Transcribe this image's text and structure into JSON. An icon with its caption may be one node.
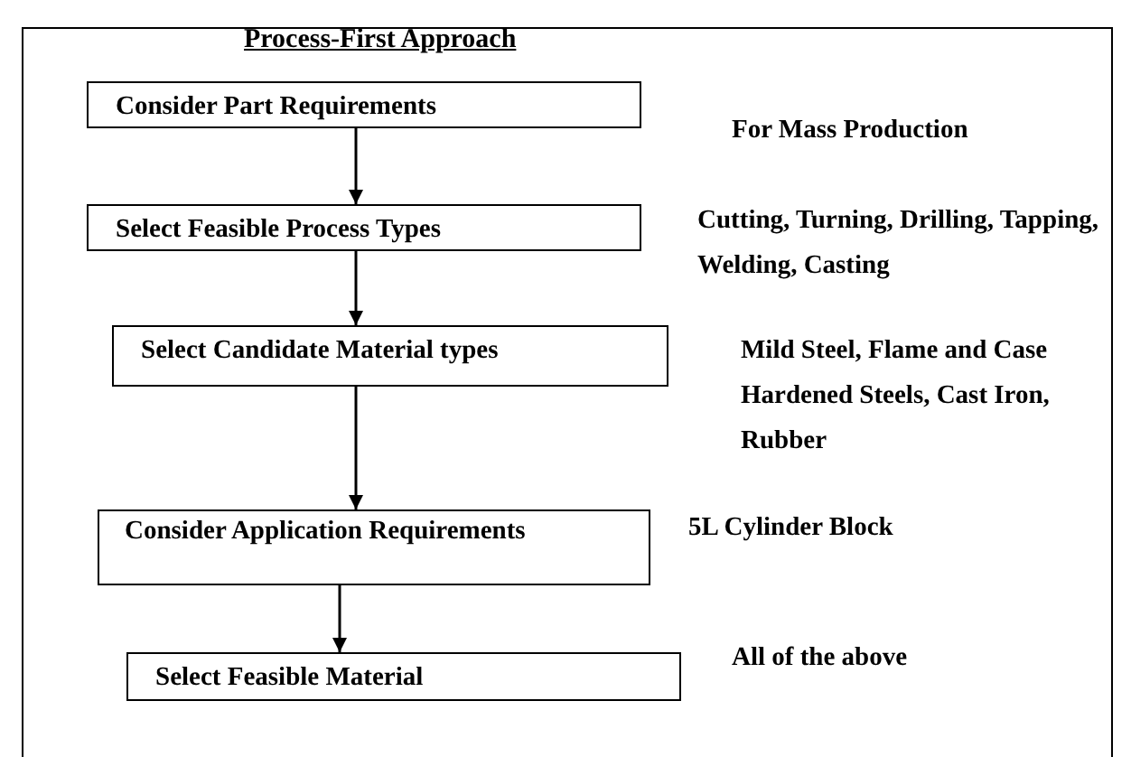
{
  "diagram": {
    "title": "Process-First Approach",
    "nodes": [
      {
        "text": [
          "Consider Part Requirements"
        ],
        "beside": [
          "For Mass Production"
        ]
      },
      {
        "text": [
          "Select Feasible Process Types"
        ],
        "beside": [
          "Cutting, Turning, Drilling, Tapping, Welding, Casting"
        ]
      },
      {
        "text": [
          "Select Candidate Material types"
        ],
        "beside": [
          "Mild Steel, Flame and Case Hardened Steels, Cast Iron, Rubber"
        ]
      },
      {
        "text": [
          "Consider Application Requirements"
        ],
        "beside": [
          "5L Cylinder Block"
        ]
      },
      {
        "text": [
          "Select Feasible Material"
        ],
        "beside": [
          "All of the above"
        ]
      }
    ],
    "edges": [
      {
        "from": 0,
        "to": 1,
        "arrow": "to"
      },
      {
        "from": 1,
        "to": 2,
        "arrow": "to"
      },
      {
        "from": 2,
        "to": 3,
        "arrow": "to"
      },
      {
        "from": 3,
        "to": 4,
        "arrow": "to"
      }
    ]
  }
}
